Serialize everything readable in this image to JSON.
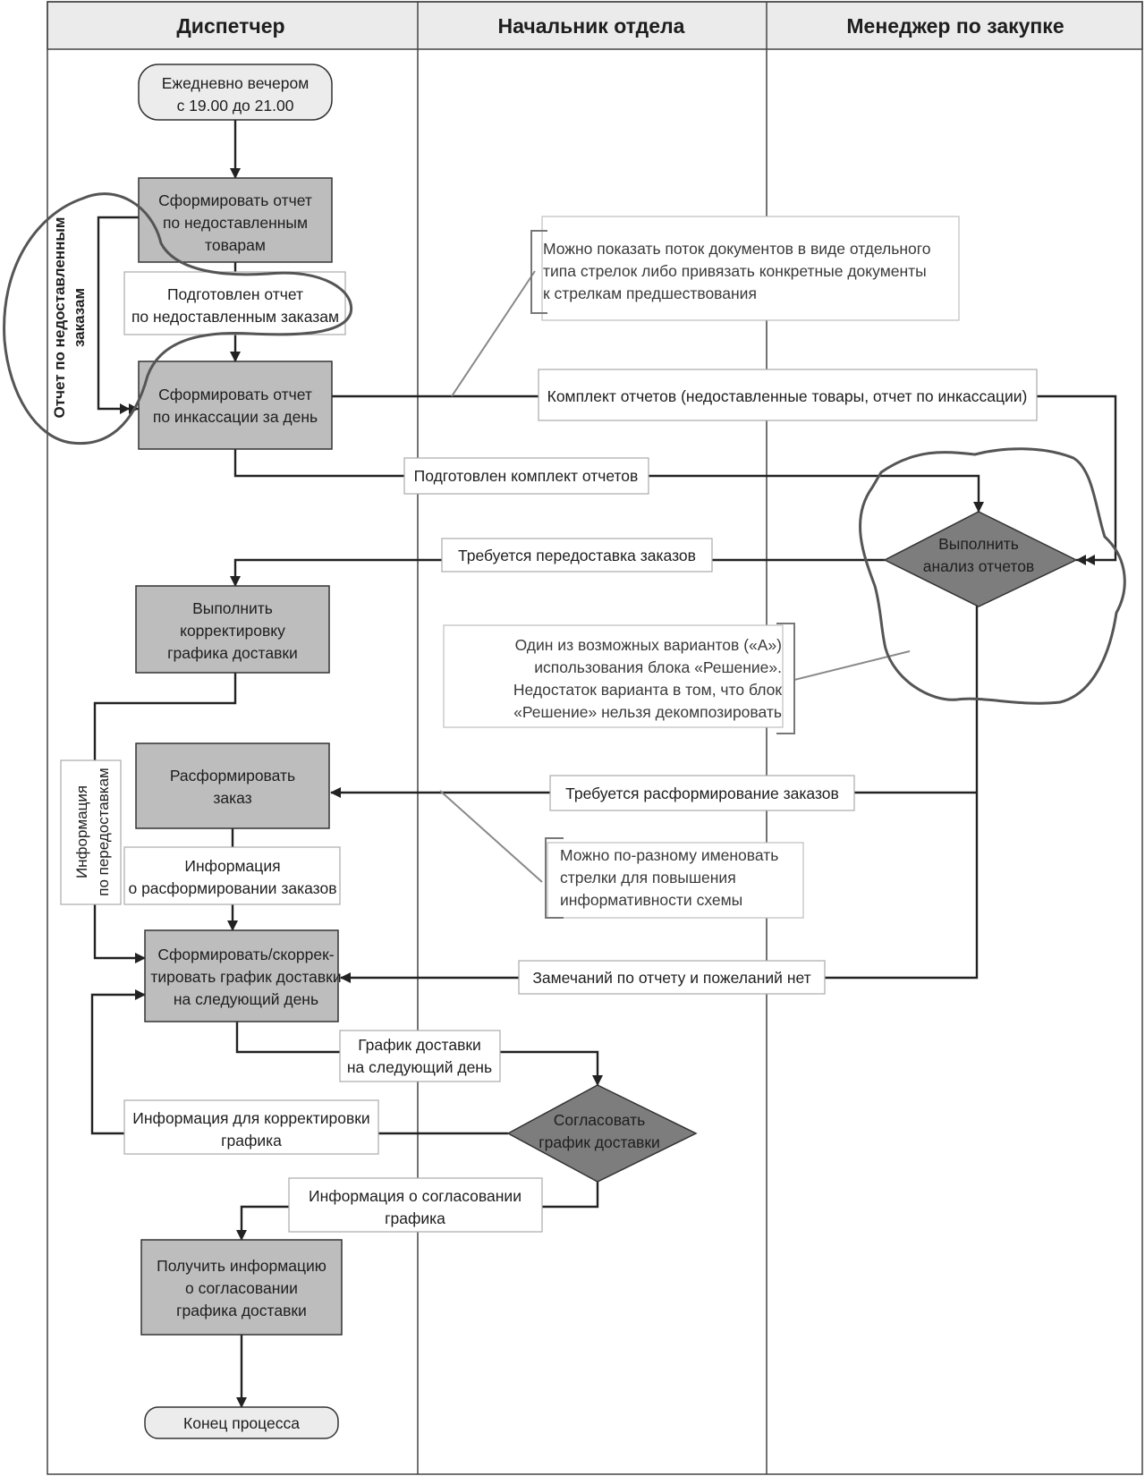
{
  "lanes": [
    "Диспетчер",
    "Начальник отдела",
    "Менеджер по закупке"
  ],
  "start": [
    "Ежедневно вечером",
    "с 19.00 до 21.00"
  ],
  "task1": [
    "Сформировать отчет",
    "по недоставленным",
    "товарам"
  ],
  "label1": [
    "Подготовлен отчет",
    "по недоставленным заказам"
  ],
  "vertical_label1": [
    "Отчет по недоставленным",
    "заказам"
  ],
  "task2": [
    "Сформировать отчет",
    "по инкассации за день"
  ],
  "note1": [
    "Можно показать поток документов в виде отдельного",
    "типа стрелок либо привязать конкретные документы",
    "к стрелкам предшествования"
  ],
  "label_reports_set": "Комплект отчетов (недоставленные товары, отчет по инкассации)",
  "label_prepared_set": "Подготовлен комплект отчетов",
  "decision1": [
    "Выполнить",
    "анализ отчетов"
  ],
  "label_redelivery": "Требуется передоставка заказов",
  "task3": [
    "Выполнить",
    "корректировку",
    "графика доставки"
  ],
  "note2": [
    "Один из возможных вариантов («А»)",
    "использования блока «Решение».",
    "Недостаток варианта в том, что блок",
    "«Решение» нельзя декомпозировать"
  ],
  "task4": [
    "Расформировать",
    "заказ"
  ],
  "label_disband": "Требуется расформирование заказов",
  "vertical_label2": [
    "Информация",
    "по передоставкам"
  ],
  "label_disband_info": [
    "Информация",
    "о расформировании заказов"
  ],
  "note3": [
    "Можно по-разному именовать",
    "стрелки для повышения",
    "информативности схемы"
  ],
  "task5": [
    "Сформировать/скоррек-",
    "тировать график доставки",
    "на следующий день"
  ],
  "label_no_remarks": "Замечаний по отчету и пожеланий нет",
  "label_schedule": [
    "График доставки",
    "на следующий день"
  ],
  "label_correction_info": [
    "Информация для корректировки",
    "графика"
  ],
  "decision2": [
    "Согласовать",
    "график доставки"
  ],
  "label_approval_info": [
    "Информация о согласовании",
    "графика"
  ],
  "task6": [
    "Получить информацию",
    "о согласовании",
    "графика доставки"
  ],
  "end": "Конец процесса"
}
